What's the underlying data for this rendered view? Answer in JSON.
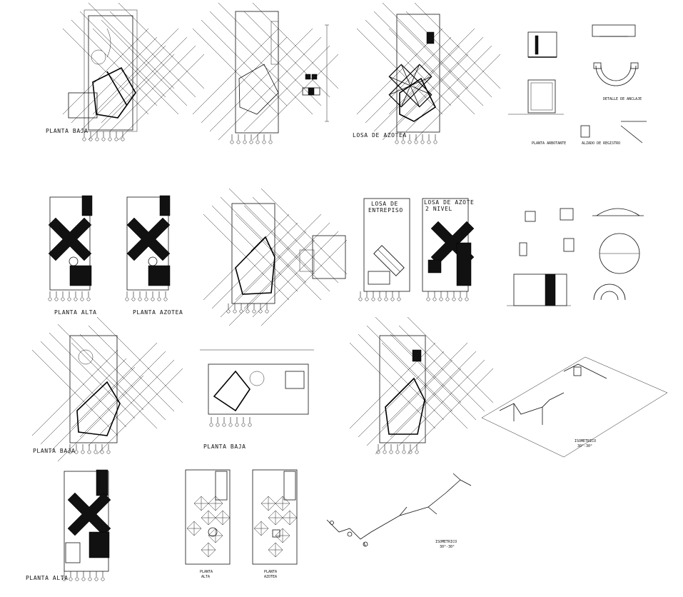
{
  "labels": {
    "planta_baja_1": "PLANTA BAJA",
    "losa_azotea_1": "LOSA DE AZOTEA",
    "planta_alta_1": "PLANTA ALTA",
    "planta_azotea_1": "PLANTA AZOTEA",
    "losa_entrepiso_l1": "LOSA DE",
    "losa_entrepiso_l2": "ENTREPISO",
    "losa_azotea_2_l1": "LOSA DE AZOTE",
    "losa_azotea_2_l2": "2 NIVEL",
    "planta_baja_2": "PLANTA BAJA",
    "planta_baja_3": "PLANTA BAJA",
    "isometrico_1_l1": "ISOMETRICO",
    "isometrico_1_l2": "30°-30°",
    "planta_alta_2": "PLANTA ALTA",
    "planta_alta_3_l1": "PLANTA",
    "planta_alta_3_l2": "ALTA",
    "planta_azotea_2_l1": "PLANTA",
    "planta_azotea_2_l2": "AZOTEA",
    "isometrico_2_l1": "ISOMETRICO",
    "isometrico_2_l2": "30°-30°"
  },
  "colors": {
    "background": "#ffffff",
    "ink": "#111111"
  },
  "icons": [
    "compass-grid",
    "roof-hatch",
    "stair-detail",
    "cistern-detail"
  ]
}
